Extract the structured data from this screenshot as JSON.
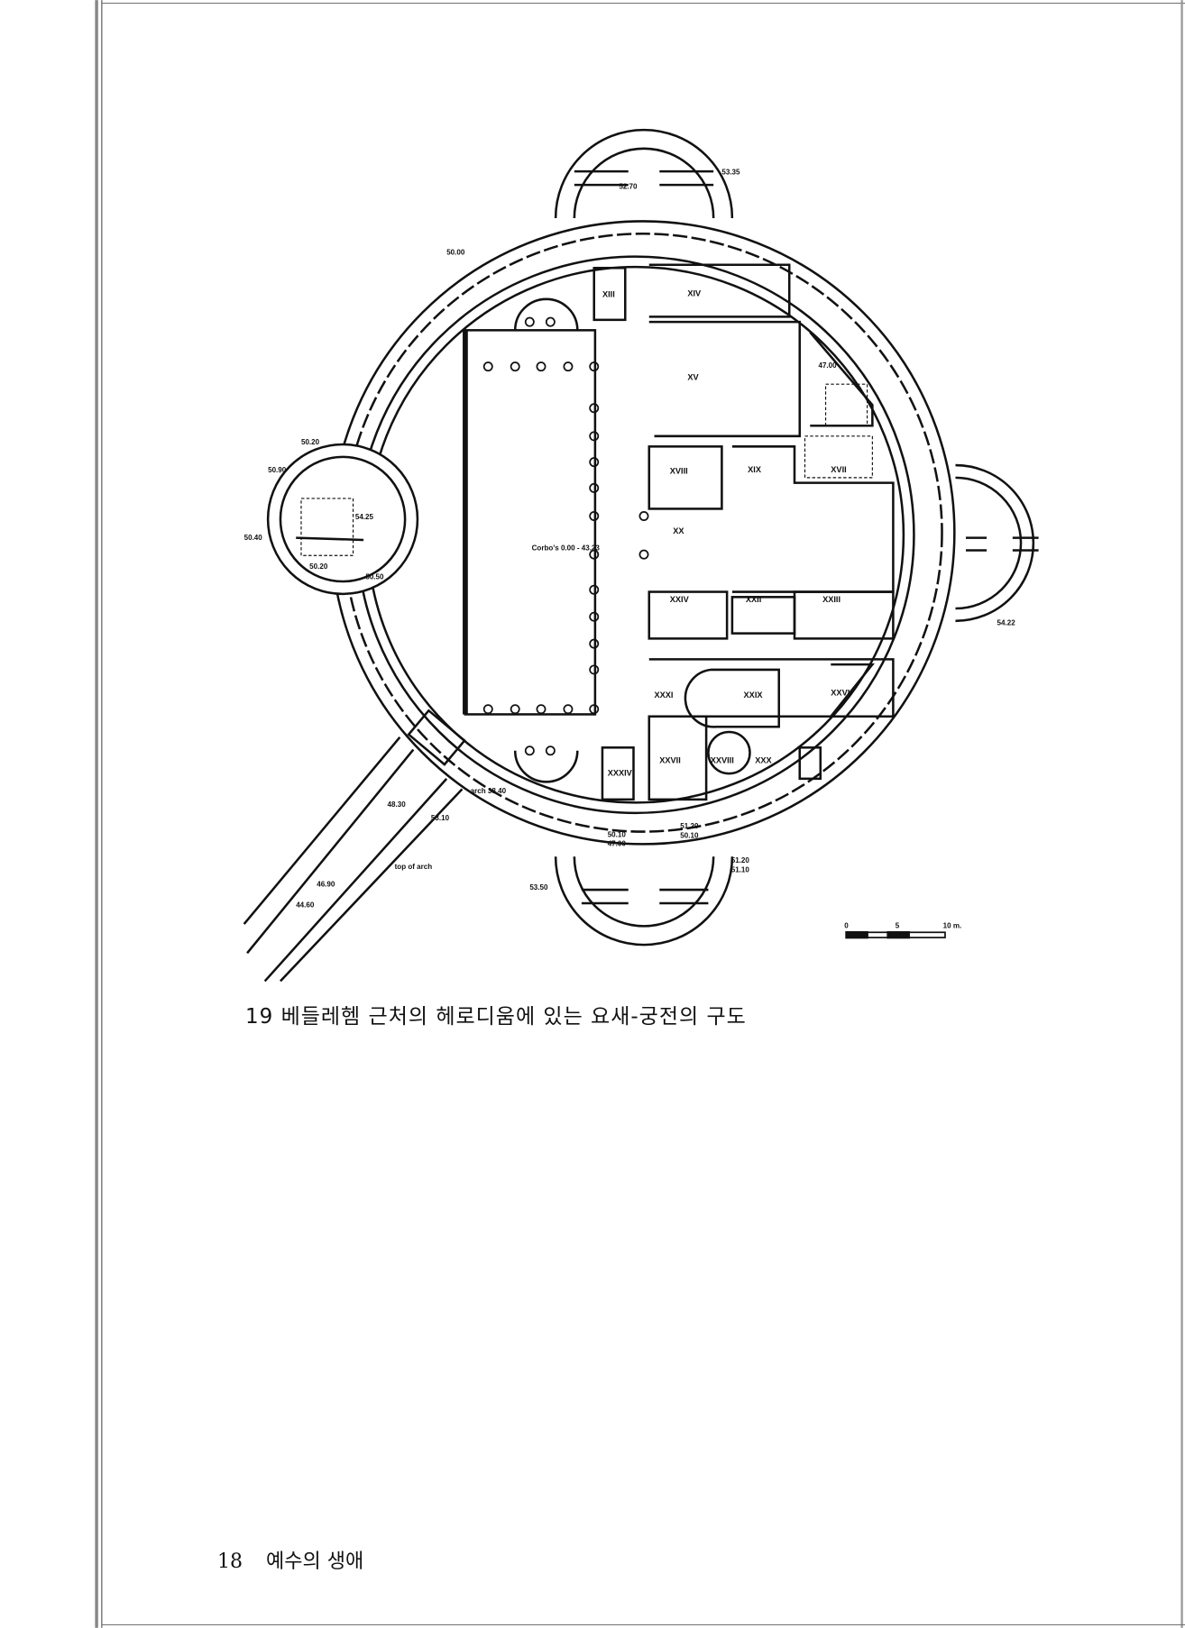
{
  "figure": {
    "caption": "19 베들레헴 근처의 헤로디움에 있는 요새-궁전의 구도",
    "elevations": [
      "53.35",
      "52.70",
      "50.00",
      "50.20",
      "50.90",
      "50.40",
      "54.25",
      "50.20",
      "50.50",
      "47.00",
      "54.22",
      "Corbo's 0.00 - 43.23",
      "51.20",
      "50.10",
      "51.20",
      "51.10",
      "50.10",
      "47.00",
      "53.50",
      "48.30",
      "53.10",
      "top of arch",
      "46.90",
      "44.60",
      "arch 38.40"
    ],
    "rooms": [
      "XIII",
      "XIV",
      "XV",
      "XVIII",
      "XIX",
      "XVII",
      "XX",
      "XXIV",
      "XXII",
      "XXIII",
      "XXXI",
      "XXIX",
      "XXVI",
      "XXVII",
      "XXVIII",
      "XXX",
      "XXXIV"
    ],
    "scale": {
      "zero": "0",
      "mid": "5",
      "end": "10 m."
    }
  },
  "footer": {
    "page_number": "18",
    "book_title": "예수의 생애"
  }
}
